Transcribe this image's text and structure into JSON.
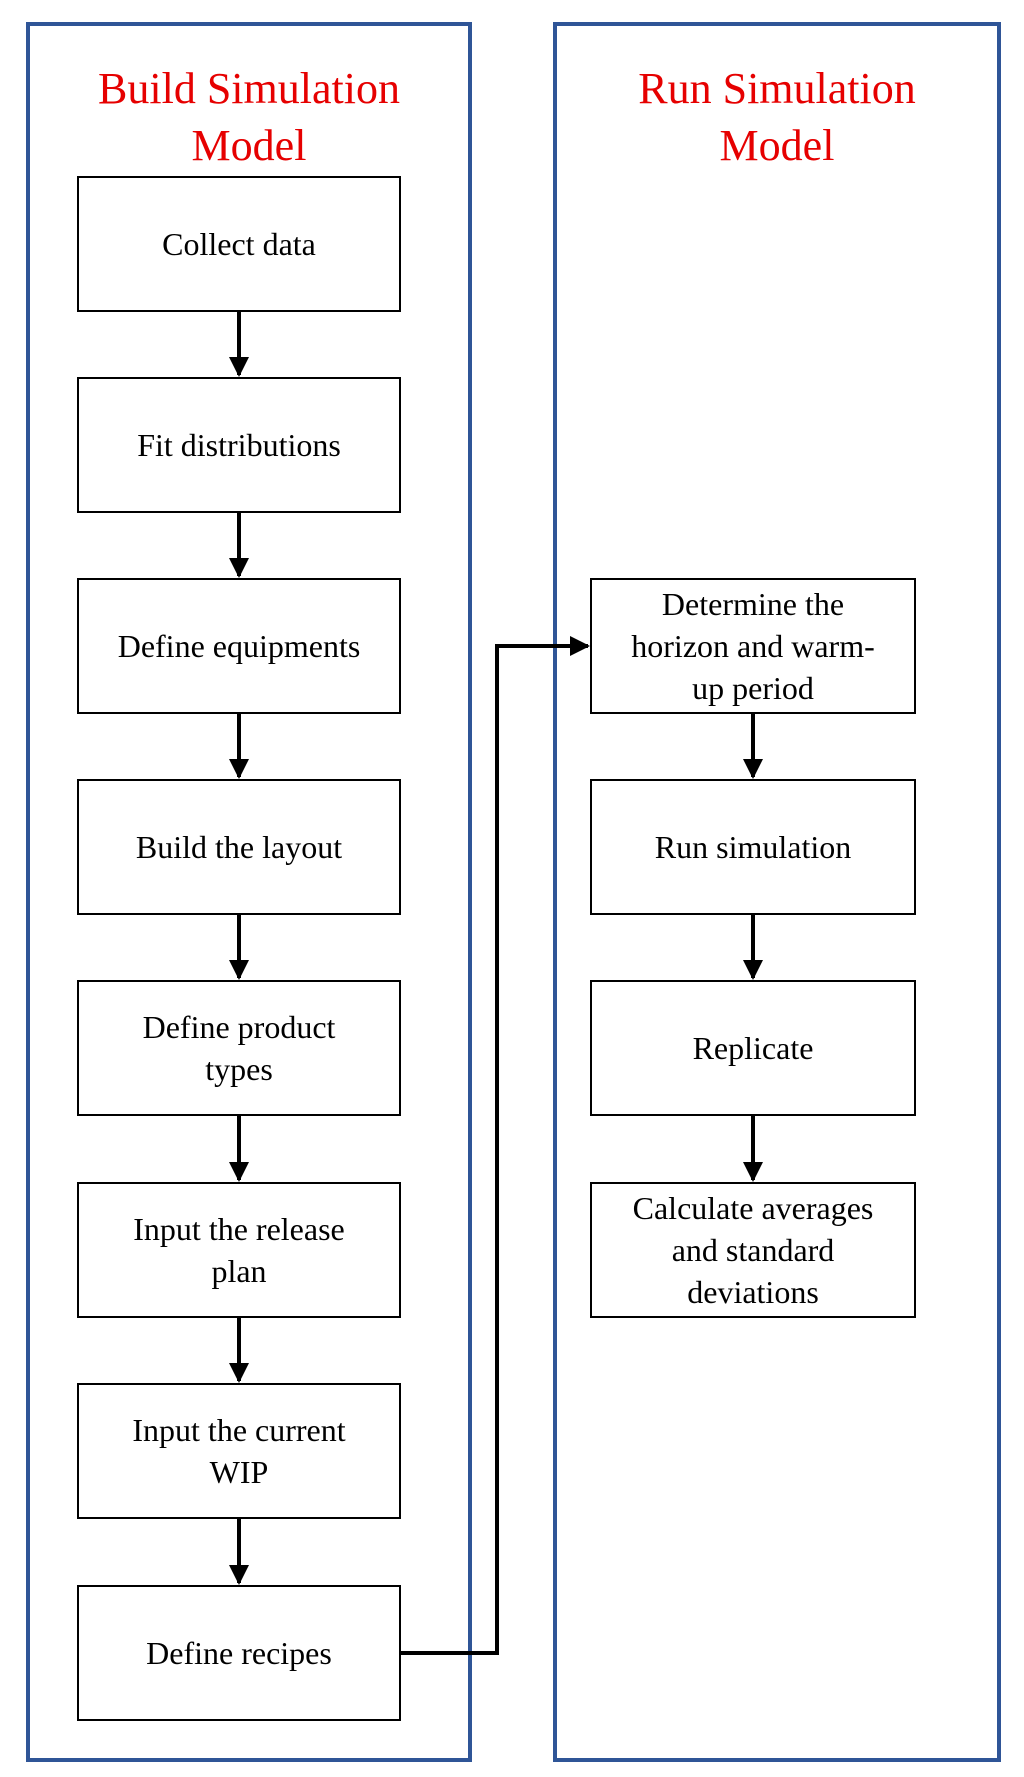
{
  "build_panel": {
    "title": "Build Simulation\nModel",
    "steps": [
      "Collect data",
      "Fit distributions",
      "Define equipments",
      "Build the layout",
      "Define product\ntypes",
      "Input the release\nplan",
      "Input the current\nWIP",
      "Define recipes"
    ]
  },
  "run_panel": {
    "title": "Run Simulation\nModel",
    "steps": [
      "Determine the\nhorizon and warm-\nup period",
      "Run simulation",
      "Replicate",
      "Calculate averages\nand standard\ndeviations"
    ]
  },
  "colors": {
    "panel_border": "#2f5597",
    "title": "#e60000",
    "box_border": "#000000",
    "arrow": "#000000"
  }
}
